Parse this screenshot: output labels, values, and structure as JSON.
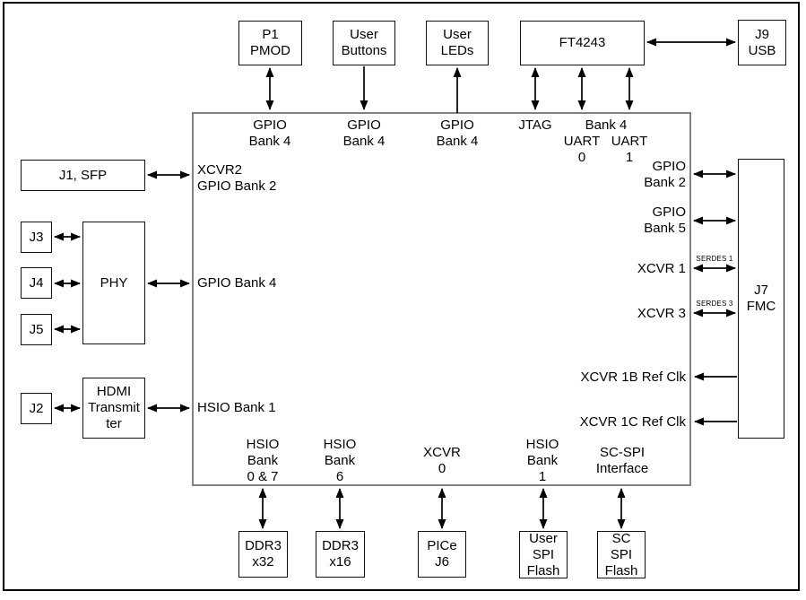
{
  "diagram": {
    "type": "hardware-block-diagram",
    "colors": {
      "background": "#ffffff",
      "line": "#000000",
      "main_block_border": "#828282",
      "text": "#000000"
    }
  },
  "blocks": {
    "p1_pmod": {
      "label": "P1\nPMOD"
    },
    "user_buttons": {
      "label": "User\nButtons"
    },
    "user_leds": {
      "label": "User\nLEDs"
    },
    "ft4243": {
      "label": "FT4243"
    },
    "j9_usb": {
      "label": "J9\nUSB"
    },
    "j1_sfp": {
      "label": "J1, SFP"
    },
    "j3": {
      "label": "J3"
    },
    "j4": {
      "label": "J4"
    },
    "j5": {
      "label": "J5"
    },
    "phy": {
      "label": "PHY"
    },
    "j2": {
      "label": "J2"
    },
    "hdmi_transmitter": {
      "label": "HDMI\nTransmit\nter"
    },
    "j7_fmc": {
      "label": "J7\nFMC"
    },
    "ddr3_x32": {
      "label": "DDR3\nx32"
    },
    "ddr3_x16": {
      "label": "DDR3\nx16"
    },
    "pice_j6": {
      "label": "PICe\nJ6"
    },
    "user_spi_flash": {
      "label": "User\nSPI\nFlash"
    },
    "sc_spi_flash": {
      "label": "SC\nSPI\nFlash"
    }
  },
  "fpga_labels": {
    "top": {
      "gpio_bank4_pmod": "GPIO\nBank 4",
      "gpio_bank4_buttons": "GPIO\nBank 4",
      "gpio_bank4_leds": "GPIO\nBank 4",
      "jtag": "JTAG",
      "bank4": "Bank 4",
      "uart0": "UART\n0",
      "uart1": "UART\n1"
    },
    "left": {
      "xcvr2_gpio_bank2": "XCVR2\nGPIO Bank 2",
      "gpio_bank4": "GPIO Bank 4",
      "hsio_bank1": "HSIO Bank 1"
    },
    "right": {
      "gpio_bank2": "GPIO\nBank 2",
      "gpio_bank5": "GPIO\nBank 5",
      "xcvr1": "XCVR 1",
      "xcvr3": "XCVR 3",
      "xcvr1b_ref_clk": "XCVR 1B Ref Clk",
      "xcvr1c_ref_clk": "XCVR 1C Ref Clk"
    },
    "bottom": {
      "hsio_bank_0_7": "HSIO\nBank\n0 & 7",
      "hsio_bank_6": "HSIO\nBank\n6",
      "xcvr_0": "XCVR\n0",
      "hsio_bank_1": "HSIO\nBank\n1",
      "sc_spi_interface": "SC-SPI\nInterface"
    }
  },
  "bus_labels": {
    "serdes_1": "SERDES 1",
    "serdes_3": "SERDES 3"
  }
}
